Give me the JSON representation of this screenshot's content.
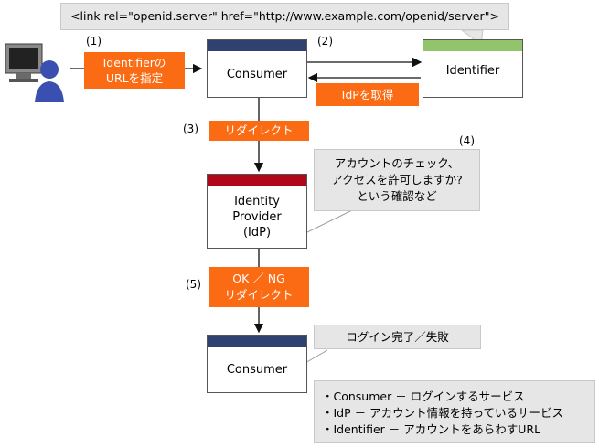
{
  "top_callout": "<link rel=\"openid.server\" href=\"http://www.example.com/openid/server\">",
  "steps": [
    "(1)",
    "(2)",
    "(3)",
    "(4)",
    "(5)"
  ],
  "boxes": {
    "consumer_top": "Consumer",
    "identifier": "Identifier",
    "idp": [
      "Identity",
      "Provider",
      "(IdP)"
    ],
    "consumer_bottom": "Consumer"
  },
  "labels": {
    "specify_url": [
      "Identifierの",
      "URLを指定"
    ],
    "get_idp": "IdPを取得",
    "redirect": "リダイレクト",
    "ok_ng": [
      "OK ／ NG",
      "リダイレクト"
    ]
  },
  "callouts": {
    "idp_check": [
      "アカウントのチェック、",
      "アクセスを許可しますか?",
      "という確認など"
    ],
    "login_result": "ログイン完了／失敗"
  },
  "legend": [
    "・Consumer － ログインするサービス",
    "・IdP － アカウント情報を持っているサービス",
    "・Identifier － アカウントをあらわすURL"
  ],
  "colors": {
    "navy": "#2e4170",
    "red": "#b0081a",
    "green": "#92c46b",
    "orange": "#fb6b13",
    "callout": "#e6e6e6"
  },
  "icons": {
    "user": "user-at-computer-icon"
  }
}
